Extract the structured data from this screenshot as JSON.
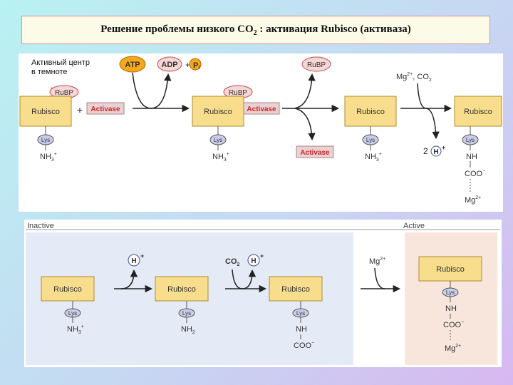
{
  "title": {
    "main": "Решение проблемы низкого CO",
    "sub": "2",
    "rest": " : активация Rubisco (активаза)"
  },
  "top": {
    "active_center_line1": "Активный центр",
    "active_center_line2": "в темноте",
    "rubisco": "Rubisco",
    "rubp": "RuBP",
    "activase": "Activase",
    "atp": "ATP",
    "adp": "ADP",
    "plus": "+",
    "pi": "P",
    "pi_sub": "i",
    "lys": "Lys",
    "nh3": "NH",
    "nh3_sub": "3",
    "nh3_sup": "+",
    "mg_co2": "Mg",
    "mg_sup": "2+",
    "co2_part": ", CO",
    "co2_sub": "2",
    "two_h": "2",
    "h": "H",
    "h_sup": "+",
    "nh": "NH",
    "coo": "COO",
    "coo_sup": "−",
    "mg": "Mg",
    "mg2_sup": "2+"
  },
  "bottom": {
    "inactive_label": "Inactive",
    "active_label": "Active",
    "rubisco": "Rubisco",
    "lys": "Lys",
    "nh3": "NH",
    "nh3_sub": "3",
    "nh3_sup": "+",
    "nh2": "NH",
    "nh2_sub": "2",
    "nh": "NH",
    "coo": "COO",
    "coo_sup": "−",
    "h": "H",
    "h_sup": "+",
    "co2": "CO",
    "co2_sub": "2",
    "mg": "Mg",
    "mg_sup": "2+"
  },
  "colors": {
    "rubisco_box": "#f8de8c",
    "activase_box": "#e7d3d3",
    "activase_text": "#d6222a",
    "rubp_oval": "#f6d6d6",
    "atp_oval": "#f5a81c",
    "lys_oval": "#c9cdea",
    "inactive_bg": "#e5ebf6",
    "active_bg": "#f8e6dc"
  }
}
